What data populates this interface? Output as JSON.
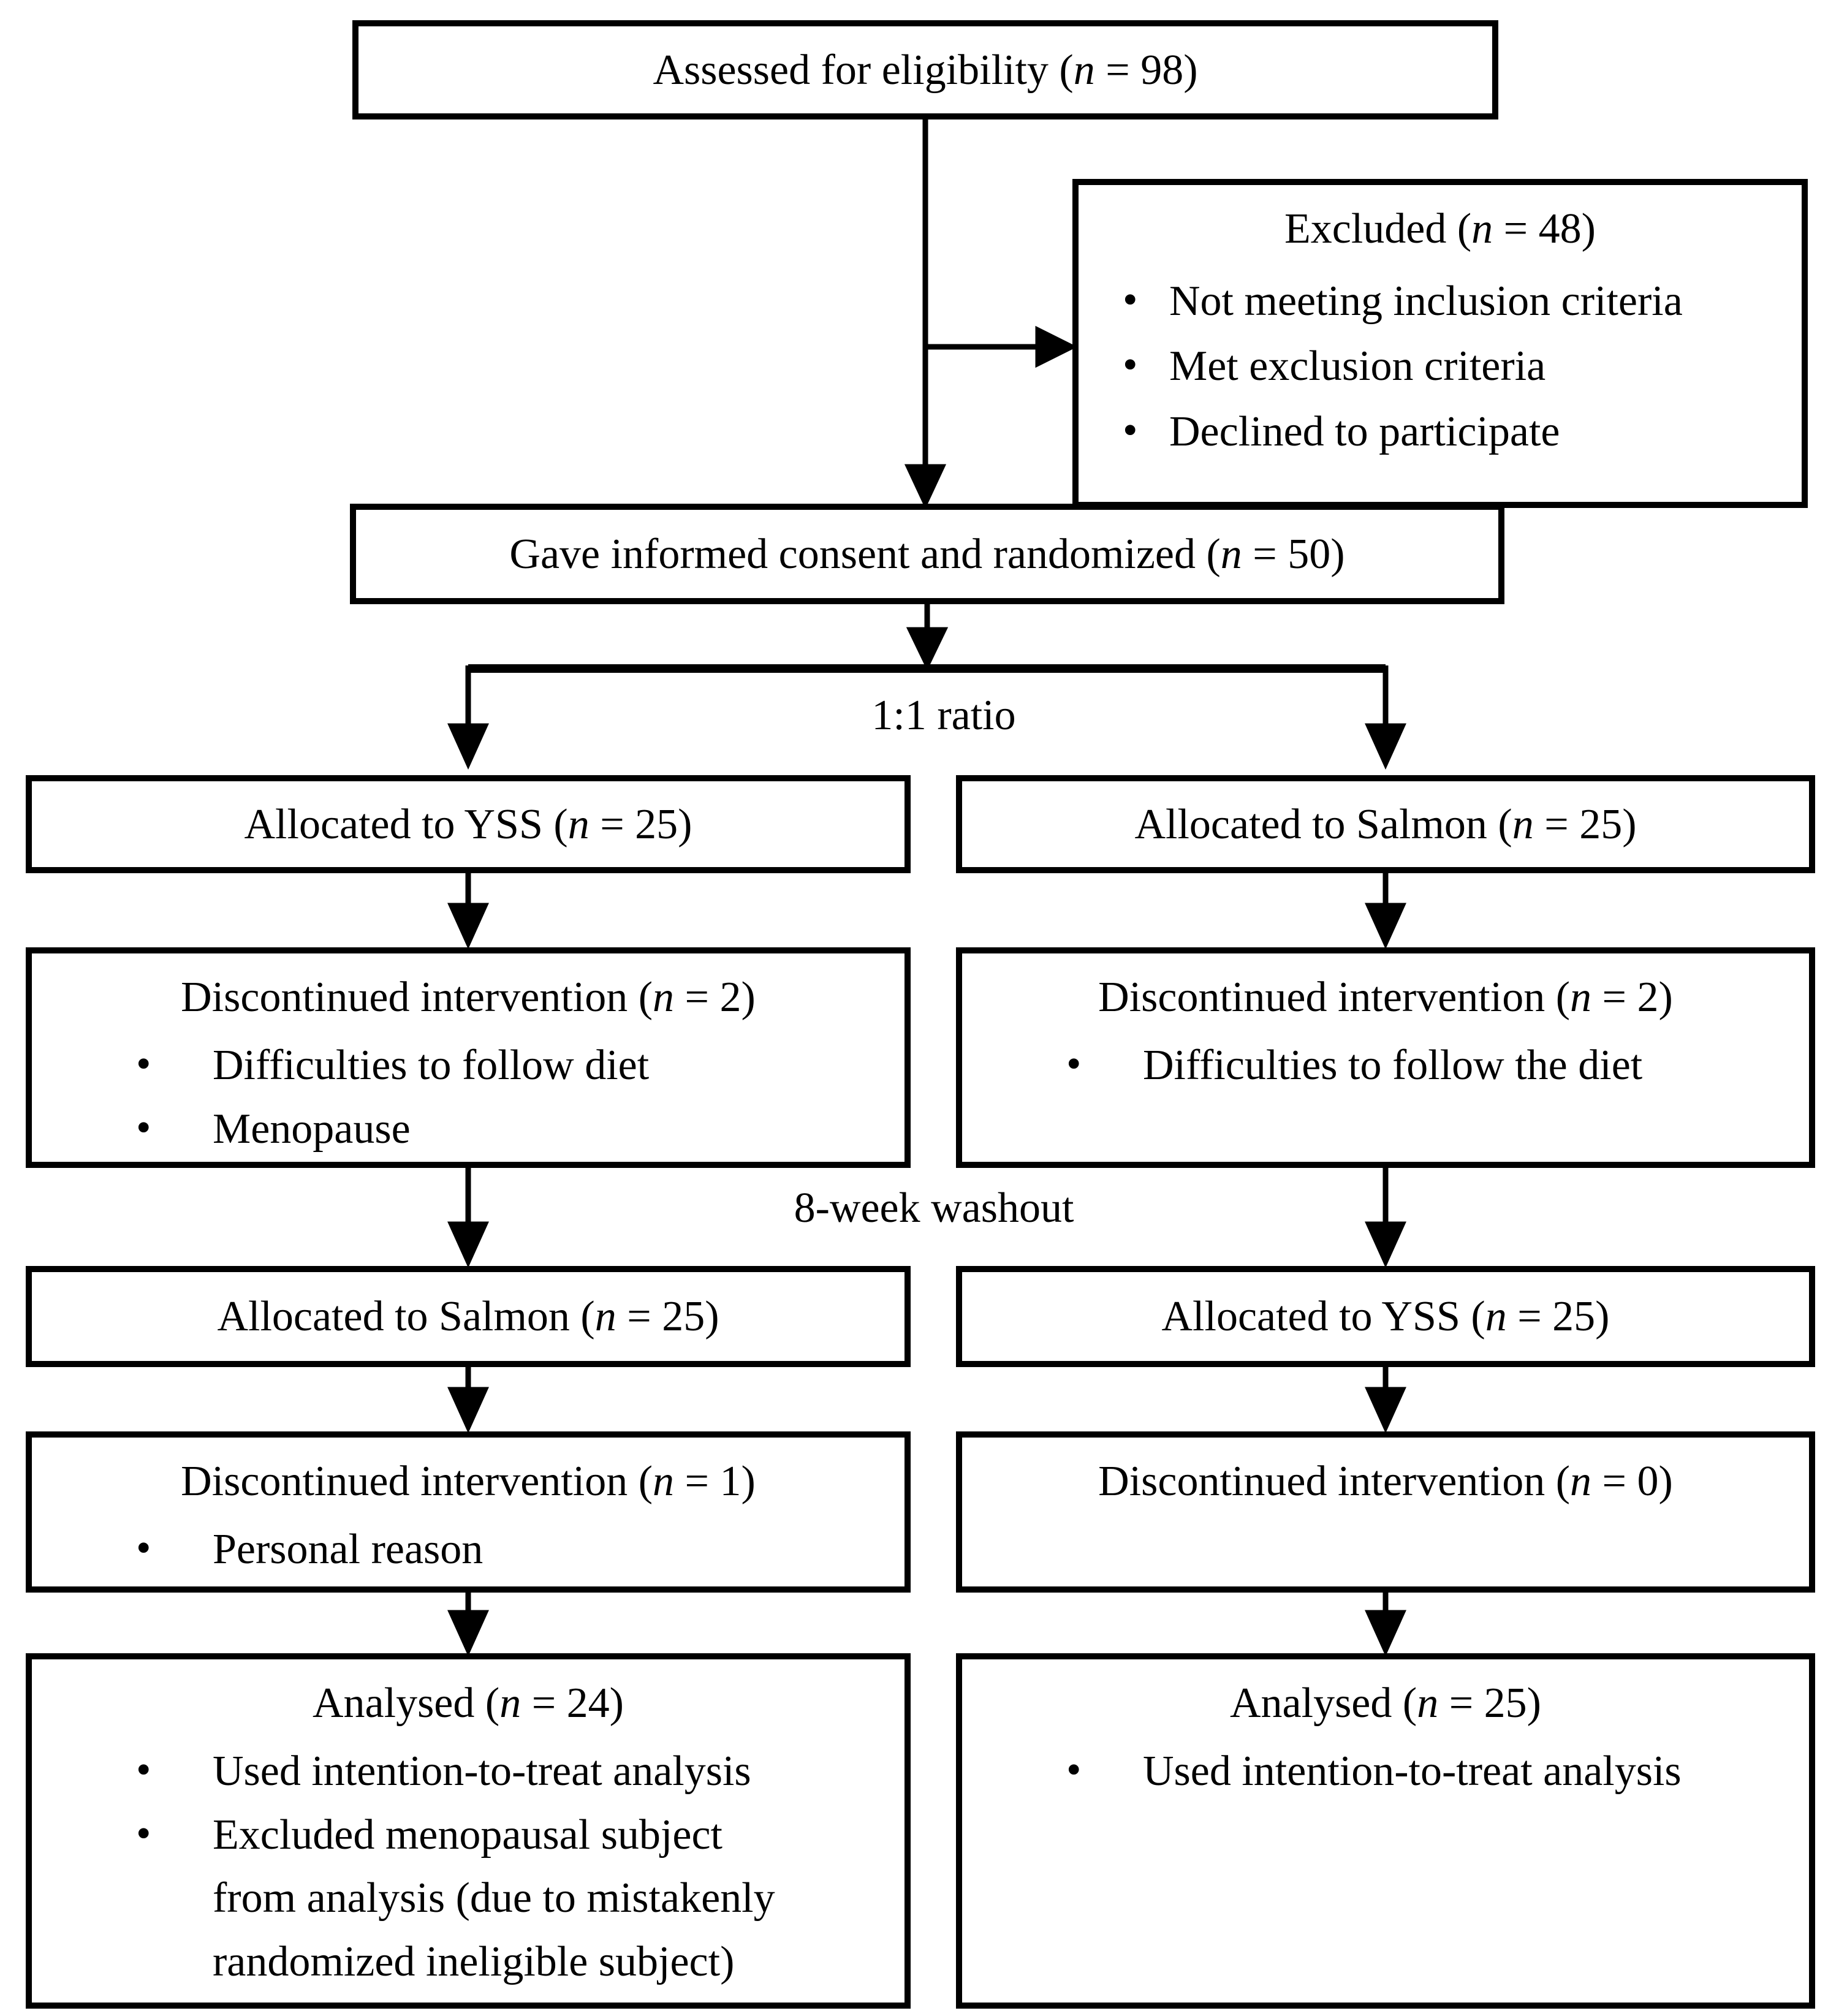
{
  "flow": {
    "labels": {
      "ratio": "1:1 ratio",
      "washout": "8-week washout"
    },
    "boxes": {
      "assessed": {
        "title": [
          {
            "t": "Assessed for eligibility ("
          },
          {
            "t": "n",
            "i": 1
          },
          {
            "t": " = 98)"
          }
        ]
      },
      "excluded": {
        "title": [
          {
            "t": "Excluded ("
          },
          {
            "t": "n",
            "i": 1
          },
          {
            "t": " = 48)"
          }
        ],
        "bullets": [
          "Not meeting inclusion criteria",
          "Met exclusion criteria",
          "Declined to participate"
        ]
      },
      "consent": {
        "title": [
          {
            "t": "Gave informed consent and randomized ("
          },
          {
            "t": "n",
            "i": 1
          },
          {
            "t": " = 50)"
          }
        ]
      },
      "alloc_yss_period1": {
        "title": [
          {
            "t": "Allocated to YSS ("
          },
          {
            "t": "n",
            "i": 1
          },
          {
            "t": " = 25)"
          }
        ]
      },
      "alloc_salmon_period1": {
        "title": [
          {
            "t": "Allocated to Salmon ("
          },
          {
            "t": "n",
            "i": 1
          },
          {
            "t": " = 25)"
          }
        ]
      },
      "disc_yss_period1": {
        "title": [
          {
            "t": "Discontinued intervention ("
          },
          {
            "t": "n",
            "i": 1
          },
          {
            "t": " = 2)"
          }
        ],
        "bullets": [
          "Difficulties to follow diet",
          "Menopause"
        ]
      },
      "disc_salmon_period1": {
        "title": [
          {
            "t": "Discontinued intervention ("
          },
          {
            "t": "n",
            "i": 1
          },
          {
            "t": " = 2)"
          }
        ],
        "bullets": [
          "Difficulties to follow the diet"
        ]
      },
      "alloc_salmon_period2": {
        "title": [
          {
            "t": "Allocated to Salmon ("
          },
          {
            "t": "n",
            "i": 1
          },
          {
            "t": " = 25)"
          }
        ]
      },
      "alloc_yss_period2": {
        "title": [
          {
            "t": "Allocated to YSS ("
          },
          {
            "t": "n",
            "i": 1
          },
          {
            "t": " = 25)"
          }
        ]
      },
      "disc_left_period2": {
        "title": [
          {
            "t": "Discontinued intervention ("
          },
          {
            "t": "n",
            "i": 1
          },
          {
            "t": " = 1)"
          }
        ],
        "bullets": [
          "Personal reason"
        ]
      },
      "disc_right_period2": {
        "title": [
          {
            "t": "Discontinued intervention ("
          },
          {
            "t": "n",
            "i": 1
          },
          {
            "t": " = 0)"
          }
        ]
      },
      "analysed_left": {
        "title": [
          {
            "t": "Analysed ("
          },
          {
            "t": "n",
            "i": 1
          },
          {
            "t": " = 24)"
          }
        ],
        "bullets": [
          "Used intention-to-treat analysis",
          "Excluded menopausal subject from analysis (due to mistakenly randomized ineligible subject)"
        ]
      },
      "analysed_right": {
        "title": [
          {
            "t": "Analysed ("
          },
          {
            "t": "n",
            "i": 1
          },
          {
            "t": " = 25)"
          }
        ],
        "bullets": [
          "Used intention-to-treat analysis"
        ]
      }
    }
  }
}
